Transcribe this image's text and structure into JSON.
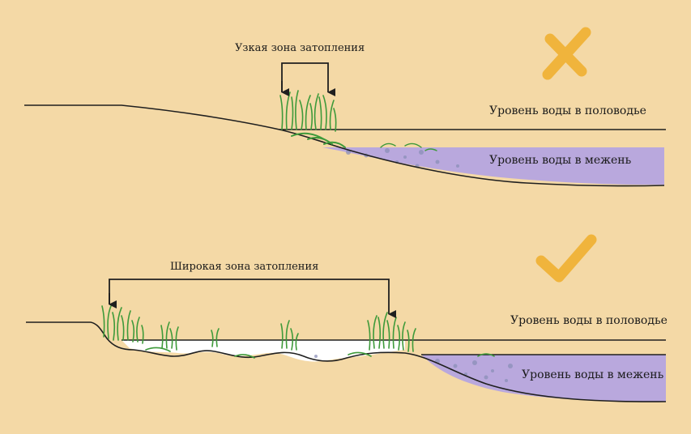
{
  "panels": {
    "narrow": {
      "zone_label": "Узкая зона затопления",
      "flood_level_label": "Уровень воды в половодье",
      "low_level_label": "Уровень воды в межень",
      "verdict_icon": "cross-icon"
    },
    "wide": {
      "zone_label": "Широкая зона затопления",
      "flood_level_label": "Уровень воды в половодье",
      "low_level_label": "Уровень воды в межень",
      "verdict_icon": "check-icon"
    }
  },
  "colors": {
    "background": "#f4d9a6",
    "low_water": "#b9a8dd",
    "flood_water": "#ffffff",
    "vegetation": "#3e9a3a",
    "verdict_accent": "#f0b43c",
    "lines": "#1f1f1f"
  }
}
